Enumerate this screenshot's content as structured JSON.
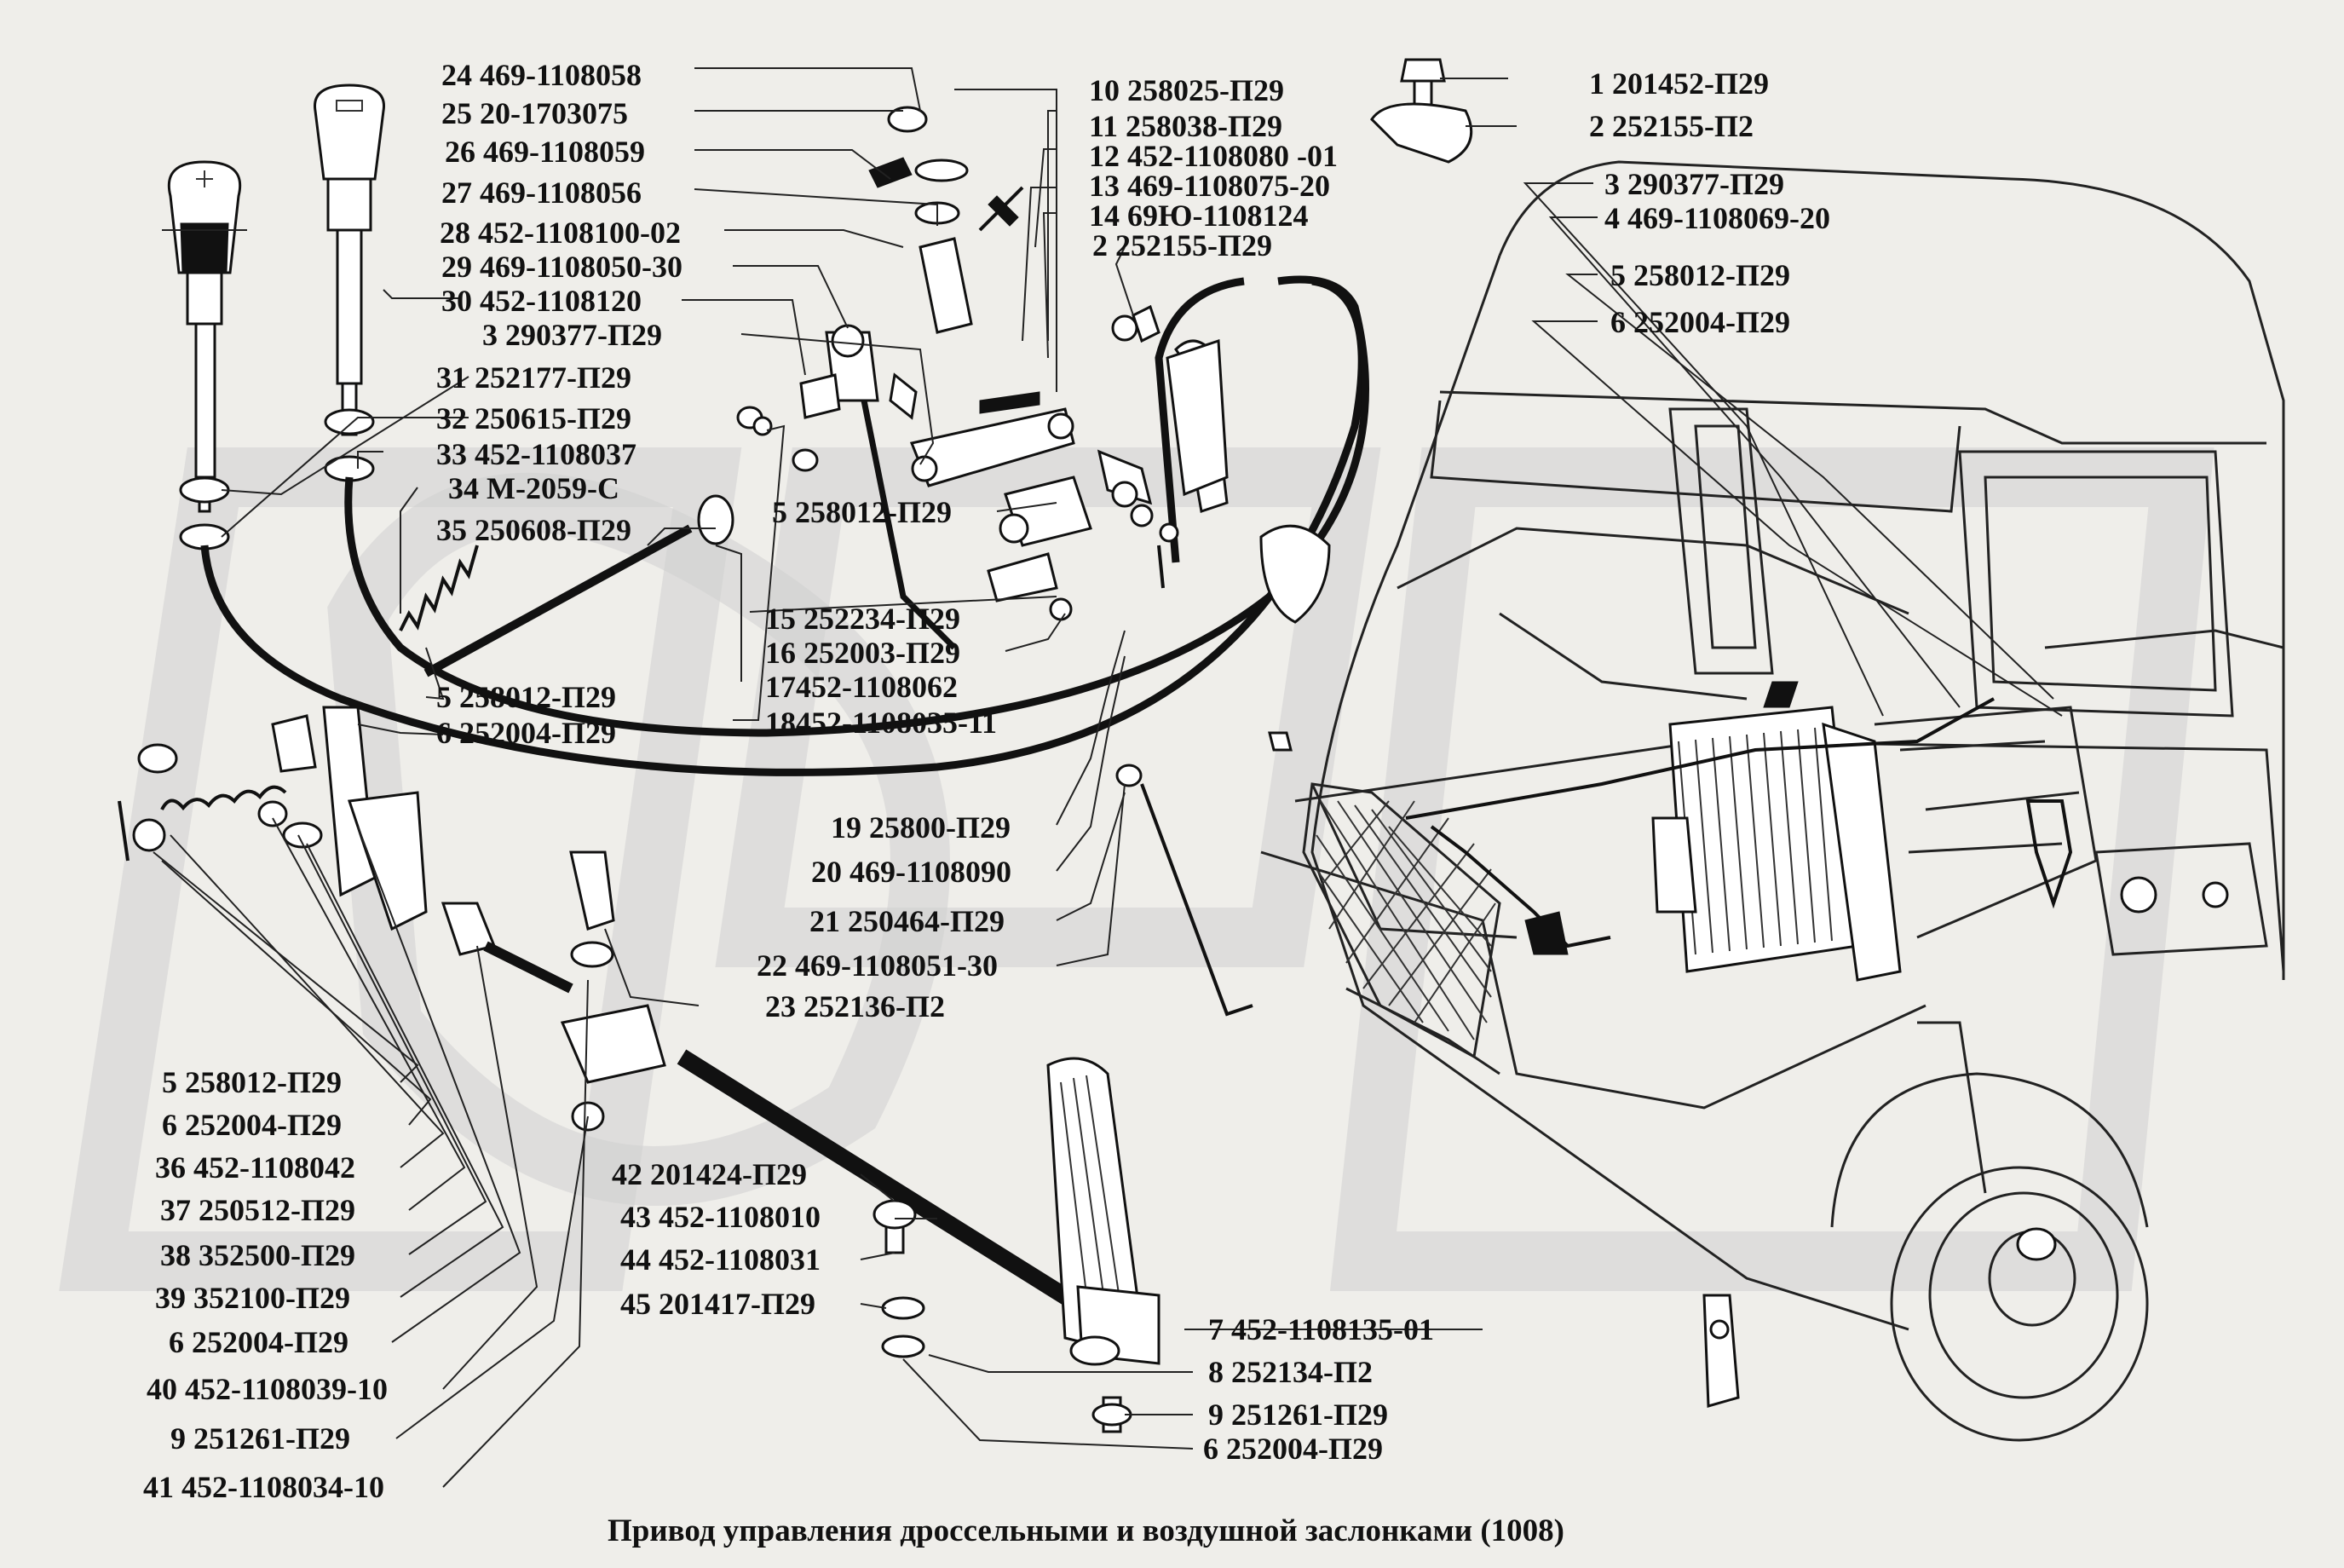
{
  "caption": "Привод управления дроссельными и воздушной  заслонками (1008)",
  "callouts": [
    {
      "id": "c-24-469-1108058",
      "text": "24 469-1108058"
    },
    {
      "id": "c-25-20-1703075",
      "text": "25 20-1703075"
    },
    {
      "id": "c-26-469-1108059",
      "text": "26 469-1108059"
    },
    {
      "id": "c-27-469-1108056",
      "text": "27 469-1108056"
    },
    {
      "id": "c-28-452-1108100-02",
      "text": "28 452-1108100-02"
    },
    {
      "id": "c-29-469-1108050-30",
      "text": "29 469-1108050-30"
    },
    {
      "id": "c-30-452-1108120",
      "text": "30 452-1108120"
    },
    {
      "id": "c-3-290377-p29-a",
      "text": "3 290377-П29"
    },
    {
      "id": "c-31-252177-p29",
      "text": "31 252177-П29"
    },
    {
      "id": "c-32-250615-p29",
      "text": "32 250615-П29"
    },
    {
      "id": "c-33-452-1108037",
      "text": "33 452-1108037"
    },
    {
      "id": "c-34-m-2059-c",
      "text": "34  М-2059-С"
    },
    {
      "id": "c-35-250608-p29",
      "text": "35 250608-П29"
    },
    {
      "id": "c-10-258025-p29",
      "text": "10 258025-П29"
    },
    {
      "id": "c-11-258038-p29",
      "text": "11 258038-П29"
    },
    {
      "id": "c-12-452-1108080-01",
      "text": "12 452-1108080 -01"
    },
    {
      "id": "c-13-469-1108075-20",
      "text": "13 469-1108075-20"
    },
    {
      "id": "c-14-69yu-1108124",
      "text": "14 69Ю-1108124"
    },
    {
      "id": "c-2-252155-p29",
      "text": "2 252155-П29"
    },
    {
      "id": "c-5-258012-p29-a",
      "text": "5 258012-П29"
    },
    {
      "id": "c-1-201452-p29",
      "text": "1 201452-П29"
    },
    {
      "id": "c-2-252155-p2",
      "text": "2 252155-П2"
    },
    {
      "id": "c-3-290377-p29-b",
      "text": "3 290377-П29"
    },
    {
      "id": "c-4-469-1108069-20",
      "text": "4 469-1108069-20"
    },
    {
      "id": "c-5-258012-p29-b",
      "text": "5 258012-П29"
    },
    {
      "id": "c-6-252004-p29-a",
      "text": "6 252004-П29"
    },
    {
      "id": "c-15-252234-p29",
      "text": "15 252234-П29"
    },
    {
      "id": "c-16-252003-p29",
      "text": "16 252003-П29"
    },
    {
      "id": "c-17-452-1108062",
      "text": "17452-1108062"
    },
    {
      "id": "c-18-452-1108035-11",
      "text": "18452-1108035-11"
    },
    {
      "id": "c-5-258012-p29-c",
      "text": "5 258012-П29"
    },
    {
      "id": "c-6-252004-p29-b",
      "text": "6  252004-П29"
    },
    {
      "id": "c-19-25800-p29",
      "text": "19 25800-П29"
    },
    {
      "id": "c-20-469-1108090",
      "text": "20 469-1108090"
    },
    {
      "id": "c-21-250464-p29",
      "text": "21 250464-П29"
    },
    {
      "id": "c-22-469-1108051-30",
      "text": "22 469-1108051-30"
    },
    {
      "id": "c-23-252136-p2",
      "text": "23 252136-П2"
    },
    {
      "id": "c-5-258012-p29-d",
      "text": "5 258012-П29"
    },
    {
      "id": "c-6-252004-p29-c",
      "text": "6 252004-П29"
    },
    {
      "id": "c-36-452-1108042",
      "text": "36 452-1108042"
    },
    {
      "id": "c-37-250512-p29",
      "text": "37 250512-П29"
    },
    {
      "id": "c-38-352500-p29",
      "text": "38 352500-П29"
    },
    {
      "id": "c-39-352100-p29",
      "text": "39 352100-П29"
    },
    {
      "id": "c-6-252004-p29-d",
      "text": "6 252004-П29"
    },
    {
      "id": "c-40-452-1108039-10",
      "text": "40 452-1108039-10"
    },
    {
      "id": "c-9-251261-p29-a",
      "text": "9 251261-П29"
    },
    {
      "id": "c-41-452-1108034-10",
      "text": "41 452-1108034-10"
    },
    {
      "id": "c-42-201424-p29",
      "text": "42 201424-П29"
    },
    {
      "id": "c-43-452-1108010",
      "text": "43 452-1108010"
    },
    {
      "id": "c-44-452-1108031",
      "text": "44 452-1108031"
    },
    {
      "id": "c-45-201417-p29",
      "text": "45 201417-П29"
    },
    {
      "id": "c-7-452-1108135-01",
      "text": "7 452-1108135-01"
    },
    {
      "id": "c-8-252134-p2",
      "text": "8 252134-П2"
    },
    {
      "id": "c-9-251261-p29-b",
      "text": "9 251261-П29"
    },
    {
      "id": "c-6-252004-p29-e",
      "text": "6 252004-П29"
    }
  ]
}
